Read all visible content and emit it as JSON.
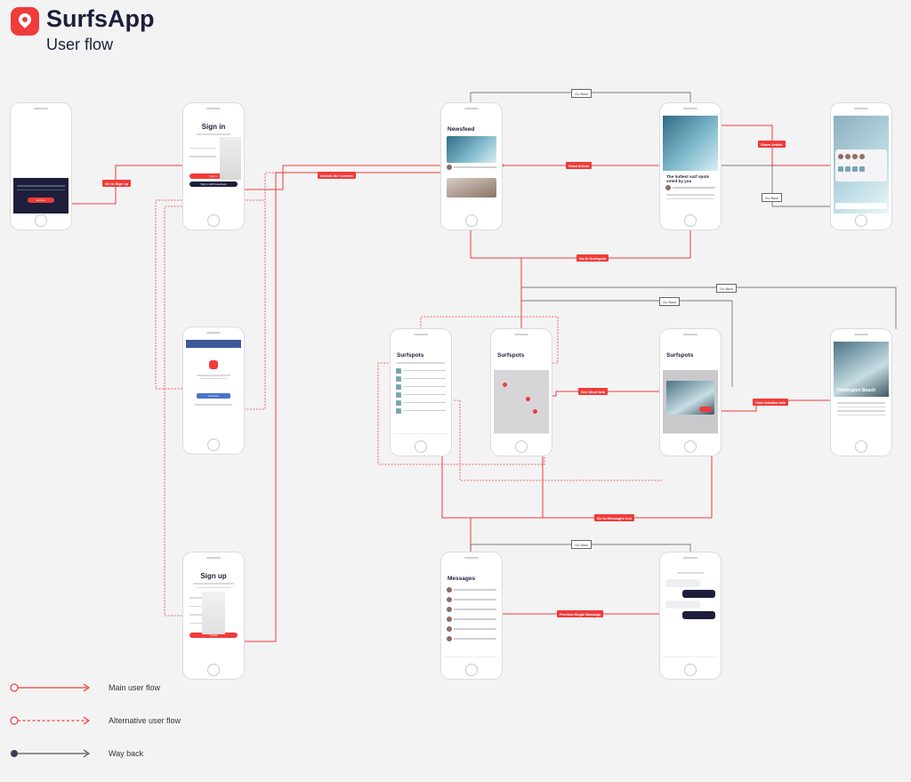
{
  "header": {
    "app_name": "SurfsApp",
    "subtitle": "User flow"
  },
  "colors": {
    "accent": "#ef3b39",
    "navy": "#1d1f3a",
    "background": "#f3f3f4",
    "way_back": "#555555"
  },
  "screens": {
    "welcome": {
      "brand": "SurfsApp",
      "button": "Explore"
    },
    "sign_in": {
      "title": "Sign in",
      "primary": "Sign in",
      "secondary": "Sign in with Facebook"
    },
    "facebook": {
      "button": "Continue"
    },
    "sign_up": {
      "title": "Sign up",
      "primary": "Create"
    },
    "newsfeed": {
      "title": "Newsfeed"
    },
    "article": {
      "headline": "The hottest surf spots voted by you"
    },
    "surfspots_list": {
      "title": "Surfspots"
    },
    "surfspots_map": {
      "title": "Surfspots"
    },
    "surfspots_detail": {
      "title": "Surfspots"
    },
    "spot_detail": {
      "title": "Huntington Beach"
    },
    "messages": {
      "title": "Messages"
    }
  },
  "flow_labels": {
    "go_to_sign_up": "Go to Sign up",
    "unlock_content": "Unlock the Content",
    "read_article": "Read Article",
    "share_article": "Share Article",
    "go_back": "Go Back",
    "go_to_surfspots": "Go to Surfspots",
    "see_short_info": "See Short Info",
    "view_detailed_info": "View Detailed Info",
    "go_to_messages_list": "Go to Messages List",
    "preview_single_message": "Preview Single Message"
  },
  "legend": {
    "main": "Main user flow",
    "alternative": "Alternative user flow",
    "way_back": "Way back"
  }
}
